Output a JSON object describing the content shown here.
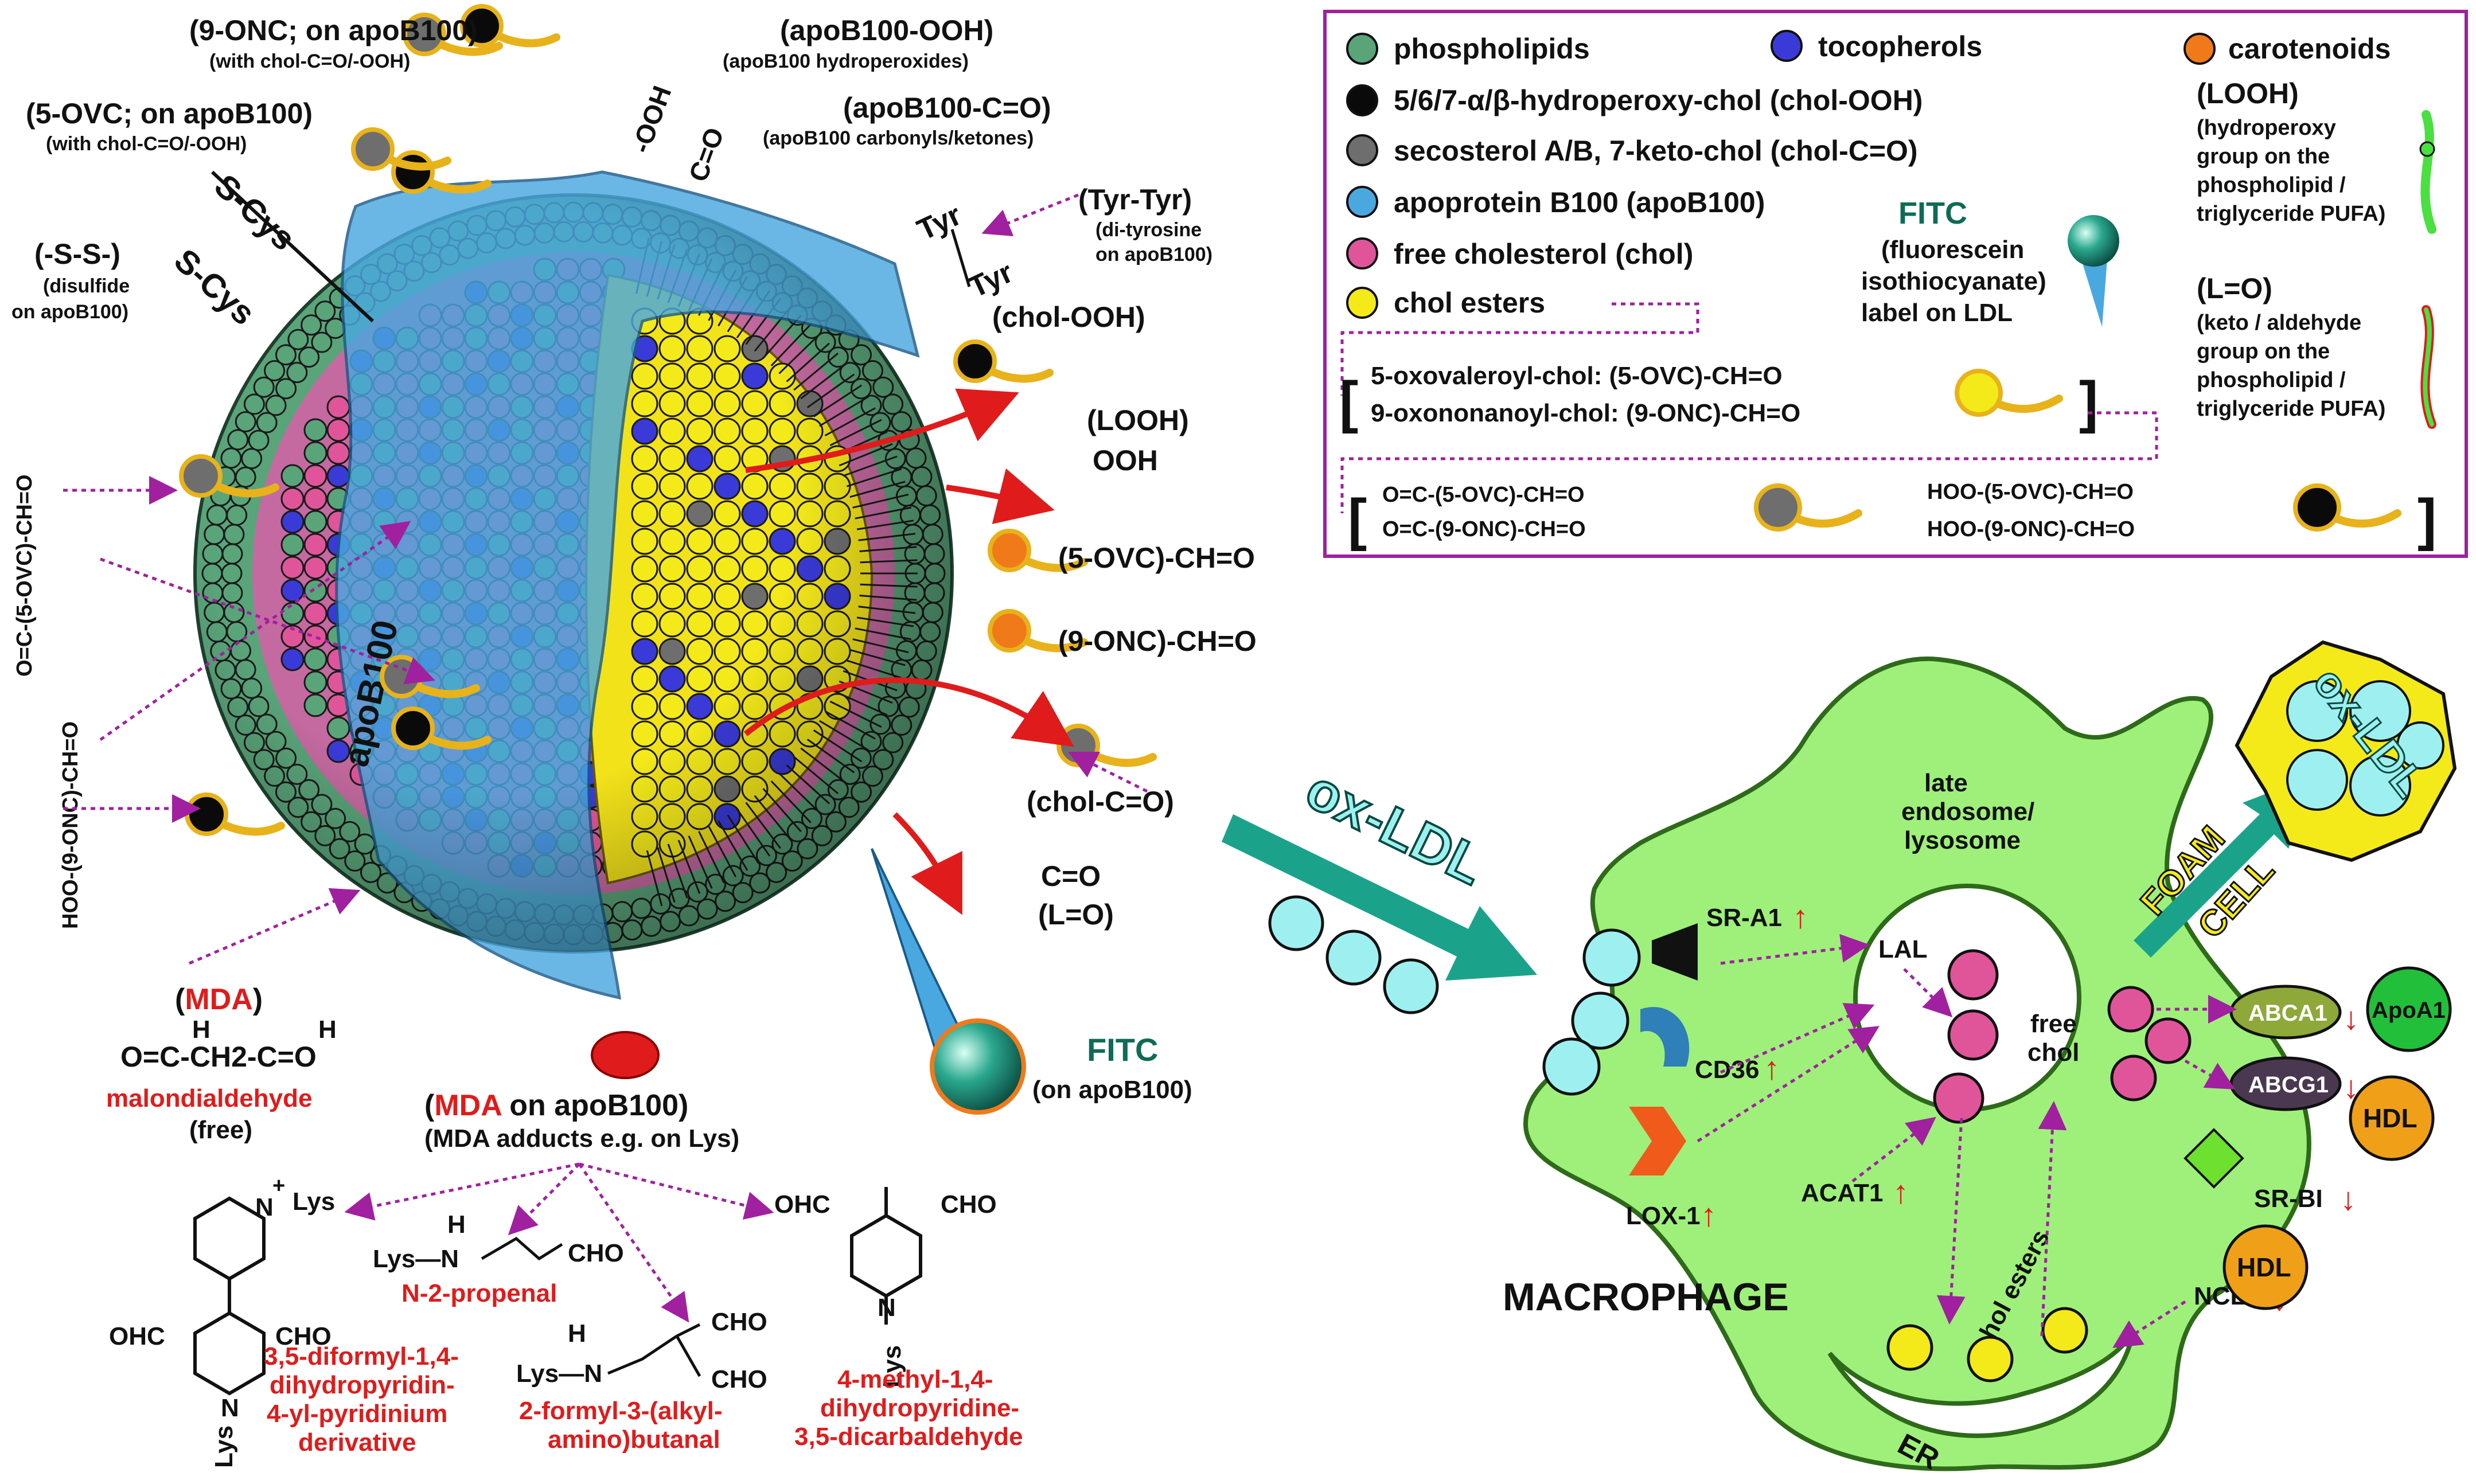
{
  "colors": {
    "phospholipid": "#5aa47a",
    "tocopherol": "#3a3ad8",
    "carotenoid": "#f07a1a",
    "chol_ooh": "#0a0a0a",
    "chol_co": "#6e6e6e",
    "apob100": "#4aa8e0",
    "free_chol": "#e0559a",
    "chol_esters": "#f4ea1a",
    "mda": "#e01b1b",
    "macrophage": "#9ef07a",
    "fitc": "#1a8a78",
    "arrow_teal": "#1aa38a",
    "dotted": "#a020a0"
  },
  "legend": {
    "phospholipids": "phospholipids",
    "tocopherols": "tocopherols",
    "carotenoids": "carotenoids",
    "chol_ooh": "5/6/7-α/β-hydroperoxy-chol (chol-OOH)",
    "chol_co": "secosterol A/B, 7-keto-chol (chol-C=O)",
    "apob100": "apoprotein B100 (apoB100)",
    "free_chol": "free cholesterol (chol)",
    "chol_esters": "chol esters",
    "fitc_title": "FITC",
    "fitc_l1": "(fluorescein",
    "fitc_l2": "isothiocyanate)",
    "fitc_l3": "label on LDL",
    "looh_title": "(LOOH)",
    "looh_l1": "(hydroperoxy",
    "looh_l2": "group on the",
    "looh_l3": "phospholipid /",
    "looh_l4": "triglyceride PUFA)",
    "lo_title": "(L=O)",
    "lo_l1": "(keto / aldehyde",
    "lo_l2": "group on the",
    "lo_l3": "phospholipid /",
    "lo_l4": "triglyceride PUFA)",
    "ovc_line": "5-oxovaleroyl-chol: (5-OVC)-CH=O",
    "onc_line": "9-oxononanoyl-chol: (9-ONC)-CH=O",
    "oc_ovc": "O=C-(5-OVC)-CH=O",
    "oc_onc": "O=C-(9-ONC)-CH=O",
    "hoo_ovc": "HOO-(5-OVC)-CH=O",
    "hoo_onc": "HOO-(9-ONC)-CH=O"
  },
  "ldl_labels": {
    "onc_apob": "(9-ONC; on apoB100)",
    "onc_apob_sub": "(with chol-C=O/-OOH)",
    "ovc_apob": "(5-OVC; on apoB100)",
    "ovc_apob_sub": "(with chol-C=O/-OOH)",
    "apob_ooh": "(apoB100-OOH)",
    "apob_ooh_sub": "(apoB100 hydroperoxides)",
    "apob_co": "(apoB100-C=O)",
    "apob_co_sub": "(apoB100 carbonyls/ketones)",
    "ooh": "-OOH",
    "co": "C=O",
    "tyr_tyr": "(Tyr-Tyr)",
    "tyr_sub1": "(di-tyrosine",
    "tyr_sub2": "on apoB100)",
    "tyr": "Tyr",
    "s_cys": "S-Cys",
    "ss": "(-S-S-)",
    "ss_sub1": "(disulfide",
    "ss_sub2": "on apoB100)",
    "chol_ooh": "(chol-OOH)",
    "looh": "(LOOH)",
    "ooh2": "OOH",
    "ovc_cho": "(5-OVC)-CH=O",
    "onc_cho": "(9-ONC)-CH=O",
    "chol_co": "(chol-C=O)",
    "co2": "C=O",
    "lo": "(L=O)",
    "apob100": "apoB100",
    "oc_ovc_side": "O=C-(5-OVC)-CH=O",
    "hoo_onc_side": "HOO-(9-ONC)-CH=O",
    "fitc": "FITC",
    "fitc_sub": "(on apoB100)"
  },
  "mda": {
    "title_open": "(",
    "title_mda": "MDA",
    "title_close": ")",
    "h1": "H",
    "h2": "H",
    "formula": "O=C-CH2-C=O",
    "name": "malondialdehyde",
    "free": "(free)",
    "on_apob_open": "(",
    "on_apob_mda": "MDA",
    "on_apob_rest": " on apoB100)",
    "adducts": "(MDA adducts e.g. on Lys)",
    "lys": "Lys",
    "cho": "CHO",
    "ohc": "OHC",
    "h": "H",
    "n": "N",
    "plus": "+",
    "n2_name": "N-2-propenal",
    "pyr_l1": "3,5-diformyl-1,4-",
    "pyr_l2": "dihydropyridin-",
    "pyr_l3": "4-yl-pyridinium",
    "pyr_l4": "derivative",
    "but_l1": "2-formyl-3-(alkyl-",
    "but_l2": "amino)butanal",
    "dhp_l1": "4-methyl-1,4-",
    "dhp_l2": "dihydropyridine-",
    "dhp_l3": "3,5-dicarbaldehyde"
  },
  "macrophage": {
    "title": "MACROPHAGE",
    "ox_ldl": "ox-LDL",
    "foam": "FOAM",
    "cell": "CELL",
    "ox_ldl_cell": "ox-LDL",
    "endosome_l1": "late",
    "endosome_l2": "endosome/",
    "endosome_l3": "lysosome",
    "sr_a1": "SR-A1",
    "cd36": "CD36",
    "lox1": "LOX-1",
    "lal": "LAL",
    "free_chol_l1": "free",
    "free_chol_l2": "chol",
    "acat1": "ACAT1",
    "chol_esters": "chol esters",
    "er": "ER",
    "nceh": "NCEH",
    "abca1": "ABCA1",
    "abcg1": "ABCG1",
    "apoa1": "ApoA1",
    "hdl1": "HDL",
    "hdl2": "HDL",
    "sr_bi": "SR-BI"
  }
}
